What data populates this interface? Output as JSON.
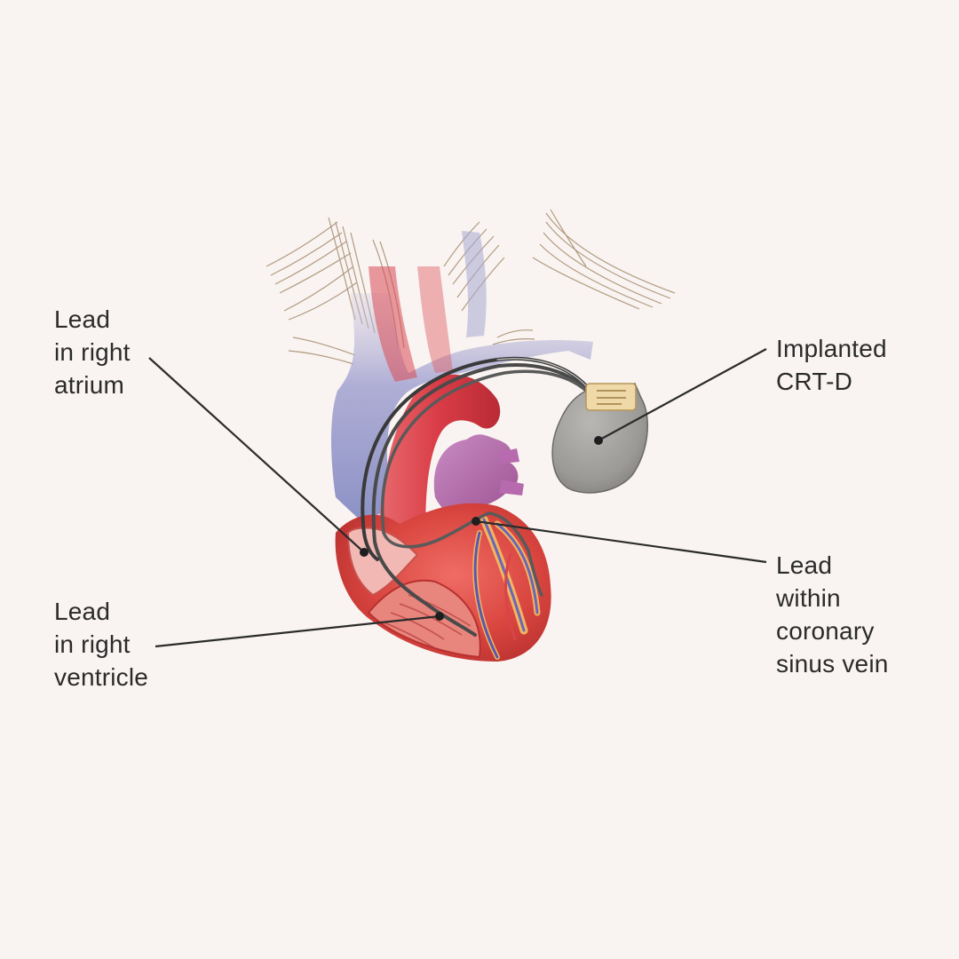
{
  "labels": {
    "right_atrium": [
      "Lead",
      "in right",
      "atrium"
    ],
    "right_ventricle": [
      "Lead",
      "in right",
      "ventricle"
    ],
    "device": [
      "Implanted",
      "CRT-D"
    ],
    "coronary_sinus": [
      "Lead",
      "within",
      "coronary",
      "sinus vein"
    ]
  },
  "colors": {
    "background": "#f9f4f1",
    "label_text": "#2b2b2b",
    "leader_line": "#2b2b2b",
    "heart_red": "#d8434a",
    "vein_blue": "#8f94c4",
    "artery_purple": "#b06aa6",
    "device_gray": "#9a9896",
    "lead_wire": "#3a3a3a",
    "tissue_brown": "#9b7d5c"
  }
}
